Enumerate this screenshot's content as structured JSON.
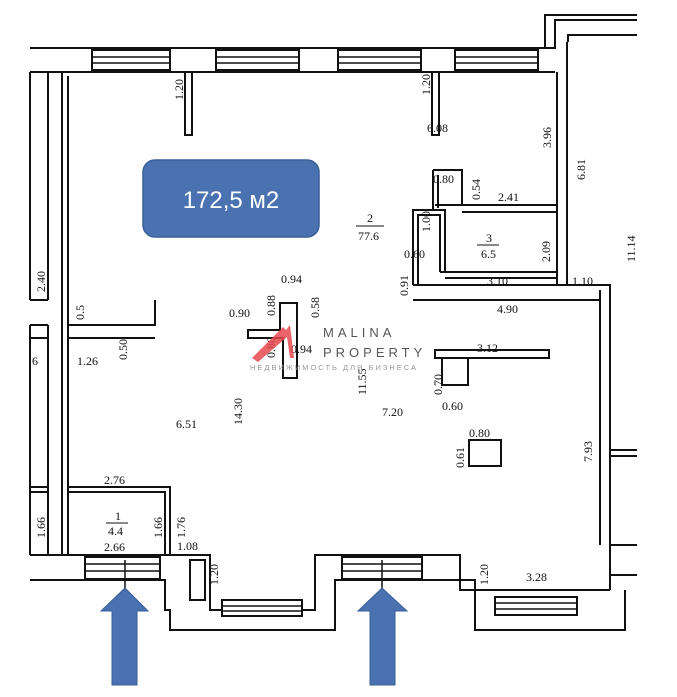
{
  "area_badge": {
    "text": "172,5 м2",
    "color": "#4A72B0"
  },
  "logo": {
    "line1": "MALINA",
    "line2": "PROPERTY",
    "tagline": "НЕДВИЖИМОСТЬ ДЛЯ БИЗНЕСА",
    "color": "#E5484D"
  },
  "rooms": [
    {
      "number": "1",
      "area": "4.4"
    },
    {
      "number": "2",
      "area": "77.6"
    },
    {
      "number": "3",
      "area": "6.5"
    }
  ],
  "dims": [
    "1.20",
    "1.20",
    "6.08",
    "3.96",
    "6.81",
    "0.80",
    "0.54",
    "2.41",
    "1.00",
    "2.09",
    "11.14",
    "0.60",
    "0.91",
    "3.10",
    "1.10",
    "4.90",
    "2.40",
    "0.94",
    "0.58",
    "0.90",
    "0.88",
    "0.5",
    "0.50",
    "1.26",
    "6",
    "0.94",
    "0.80",
    "11.55",
    "3.12",
    "0.70",
    "0.60",
    "14.30",
    "6.51",
    "7.20",
    "0.80",
    "0.61",
    "7.93",
    "2.76",
    "1.66",
    "2.66",
    "1.66",
    "1.76",
    "1.08",
    "1.20",
    "1.20",
    "3.28"
  ],
  "arrow_color": "#4A72B0"
}
